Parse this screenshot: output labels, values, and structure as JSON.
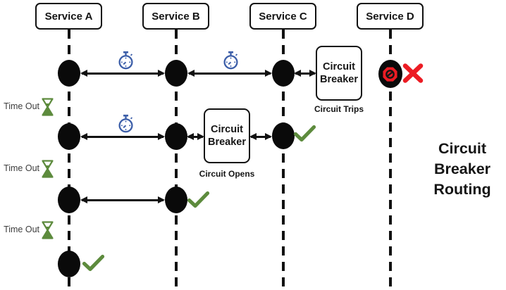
{
  "title": "Circuit Breaker Routing",
  "services": [
    {
      "label": "Service A"
    },
    {
      "label": "Service B"
    },
    {
      "label": "Service C"
    },
    {
      "label": "Service D"
    }
  ],
  "breakers": [
    {
      "label": "Circuit Breaker",
      "caption": "Circuit Trips"
    },
    {
      "label": "Circuit Breaker",
      "caption": "Circuit Opens"
    }
  ],
  "timeouts": [
    {
      "label": "Time Out"
    },
    {
      "label": "Time Out"
    },
    {
      "label": "Time Out"
    }
  ],
  "icons": {
    "stopwatch": "blue timer clock between services",
    "hourglass": "green timeout hourglass",
    "check": "green success checkmark",
    "cross": "red failure X",
    "prohibited": "red blocked/no-entry badge on Service D node"
  },
  "colors": {
    "line_black": "#111111",
    "timer_blue": "#3d5fa9",
    "success_green": "#5d8b3d",
    "error_red": "#ec1c24",
    "label_gray": "#3d3d3d"
  }
}
